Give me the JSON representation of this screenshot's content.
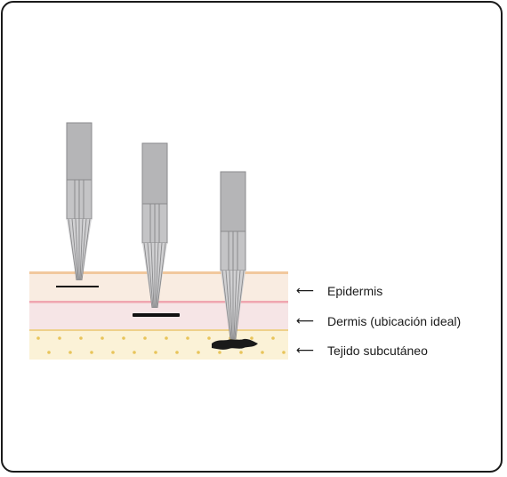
{
  "labels": {
    "epidermis": "Epidermis",
    "dermis": "Dermis (ubicación ideal)",
    "subcutaneous": "Tejido subcutáneo"
  },
  "icons": {
    "arrow": "arrow-left-icon"
  },
  "colors": {
    "epidermis_fill": "#f9ece1",
    "epidermis_top_line": "#f1c89d",
    "dermis_fill": "#f6e5e6",
    "dermis_line": "#f0a6b0",
    "subcutaneous_fill": "#fbf2d7",
    "fat_dot": "#e8c45a",
    "needle_body": "#b5b5b7",
    "needle_dark": "#8a8a8c",
    "ink": "#111111"
  }
}
